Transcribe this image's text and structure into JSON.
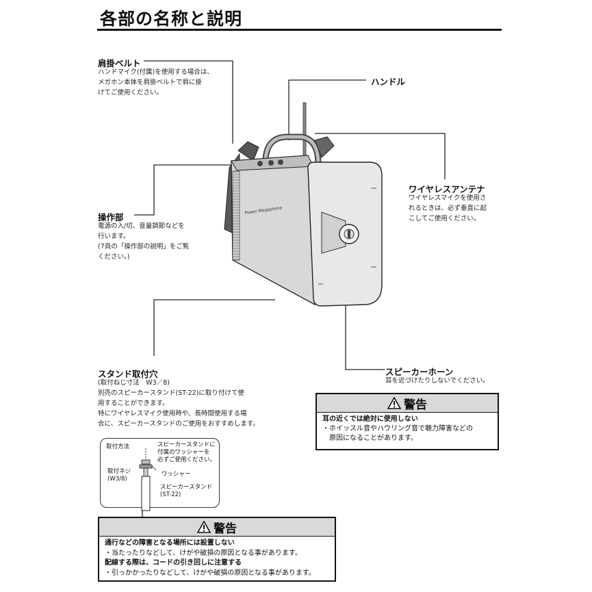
{
  "page": {
    "title": "各部の名称と説明"
  },
  "parts": {
    "shoulder_belt": {
      "label": "肩掛ベルト",
      "desc": [
        "ハンドマイク(付属)を使用する場合は、",
        "メガホン本体を肩掛ベルトで肩に掛",
        "けてご使用ください。"
      ]
    },
    "handle": {
      "label": "ハンドル"
    },
    "antenna": {
      "label": "ワイヤレスアンテナ",
      "desc": [
        "ワイヤレスマイクを使用さ",
        "れるときは、必ず垂直に起",
        "こしてご使用ください。"
      ]
    },
    "controls": {
      "label": "操作部",
      "desc": [
        "電源の入/切、音量調節などを",
        "行います。",
        "(7頁の「操作部の説明」をご覧",
        "ください。)"
      ]
    },
    "stand_hole": {
      "label": "スタンド取付穴",
      "desc": [
        "(取付ねじ寸法　W3／8)",
        "別売のスピーカースタンド(ST-22)に取り付けて使",
        "用することができます。",
        "特にワイヤレスマイク使用時や、長時間使用する場",
        "合に、スピーカースタンドのご使用をおすすめします。"
      ]
    },
    "speaker_horn": {
      "label": "スピーカーホーン",
      "desc": [
        "耳を近づけたりしないでください。"
      ]
    }
  },
  "device": {
    "brand_text": "Power Megaphone"
  },
  "mounting": {
    "title": "取付方法",
    "note": [
      "スピーカースタンドに",
      "付属のワッシャーを",
      "必ずご使用ください。"
    ],
    "washer": "ワッシャー",
    "screw": [
      "取付ネジ",
      "(W3/8)"
    ],
    "stand": [
      "スピーカースタンド",
      "(ST-22)"
    ]
  },
  "warning1": {
    "title": "警告",
    "lines": [
      {
        "text": "耳の近くでは絶対に使用しない",
        "bold": true
      },
      {
        "text": "・ホイッスル音やハウリング音で聴力障害などの",
        "bold": false
      },
      {
        "text": "　原因になることがあります。",
        "bold": false
      }
    ]
  },
  "warning2": {
    "title": "警告",
    "lines": [
      {
        "text": "通行などの障害となる場所には設置しない",
        "bold": true
      },
      {
        "text": "・当たったりなどして、けがや破損の原因となる事があります。",
        "bold": false
      },
      {
        "text": "配線する際は、コードの引き回しに注意する",
        "bold": true
      },
      {
        "text": "・引っかかったりなどして、けがや破損の原因となる事があります。",
        "bold": false
      }
    ]
  }
}
